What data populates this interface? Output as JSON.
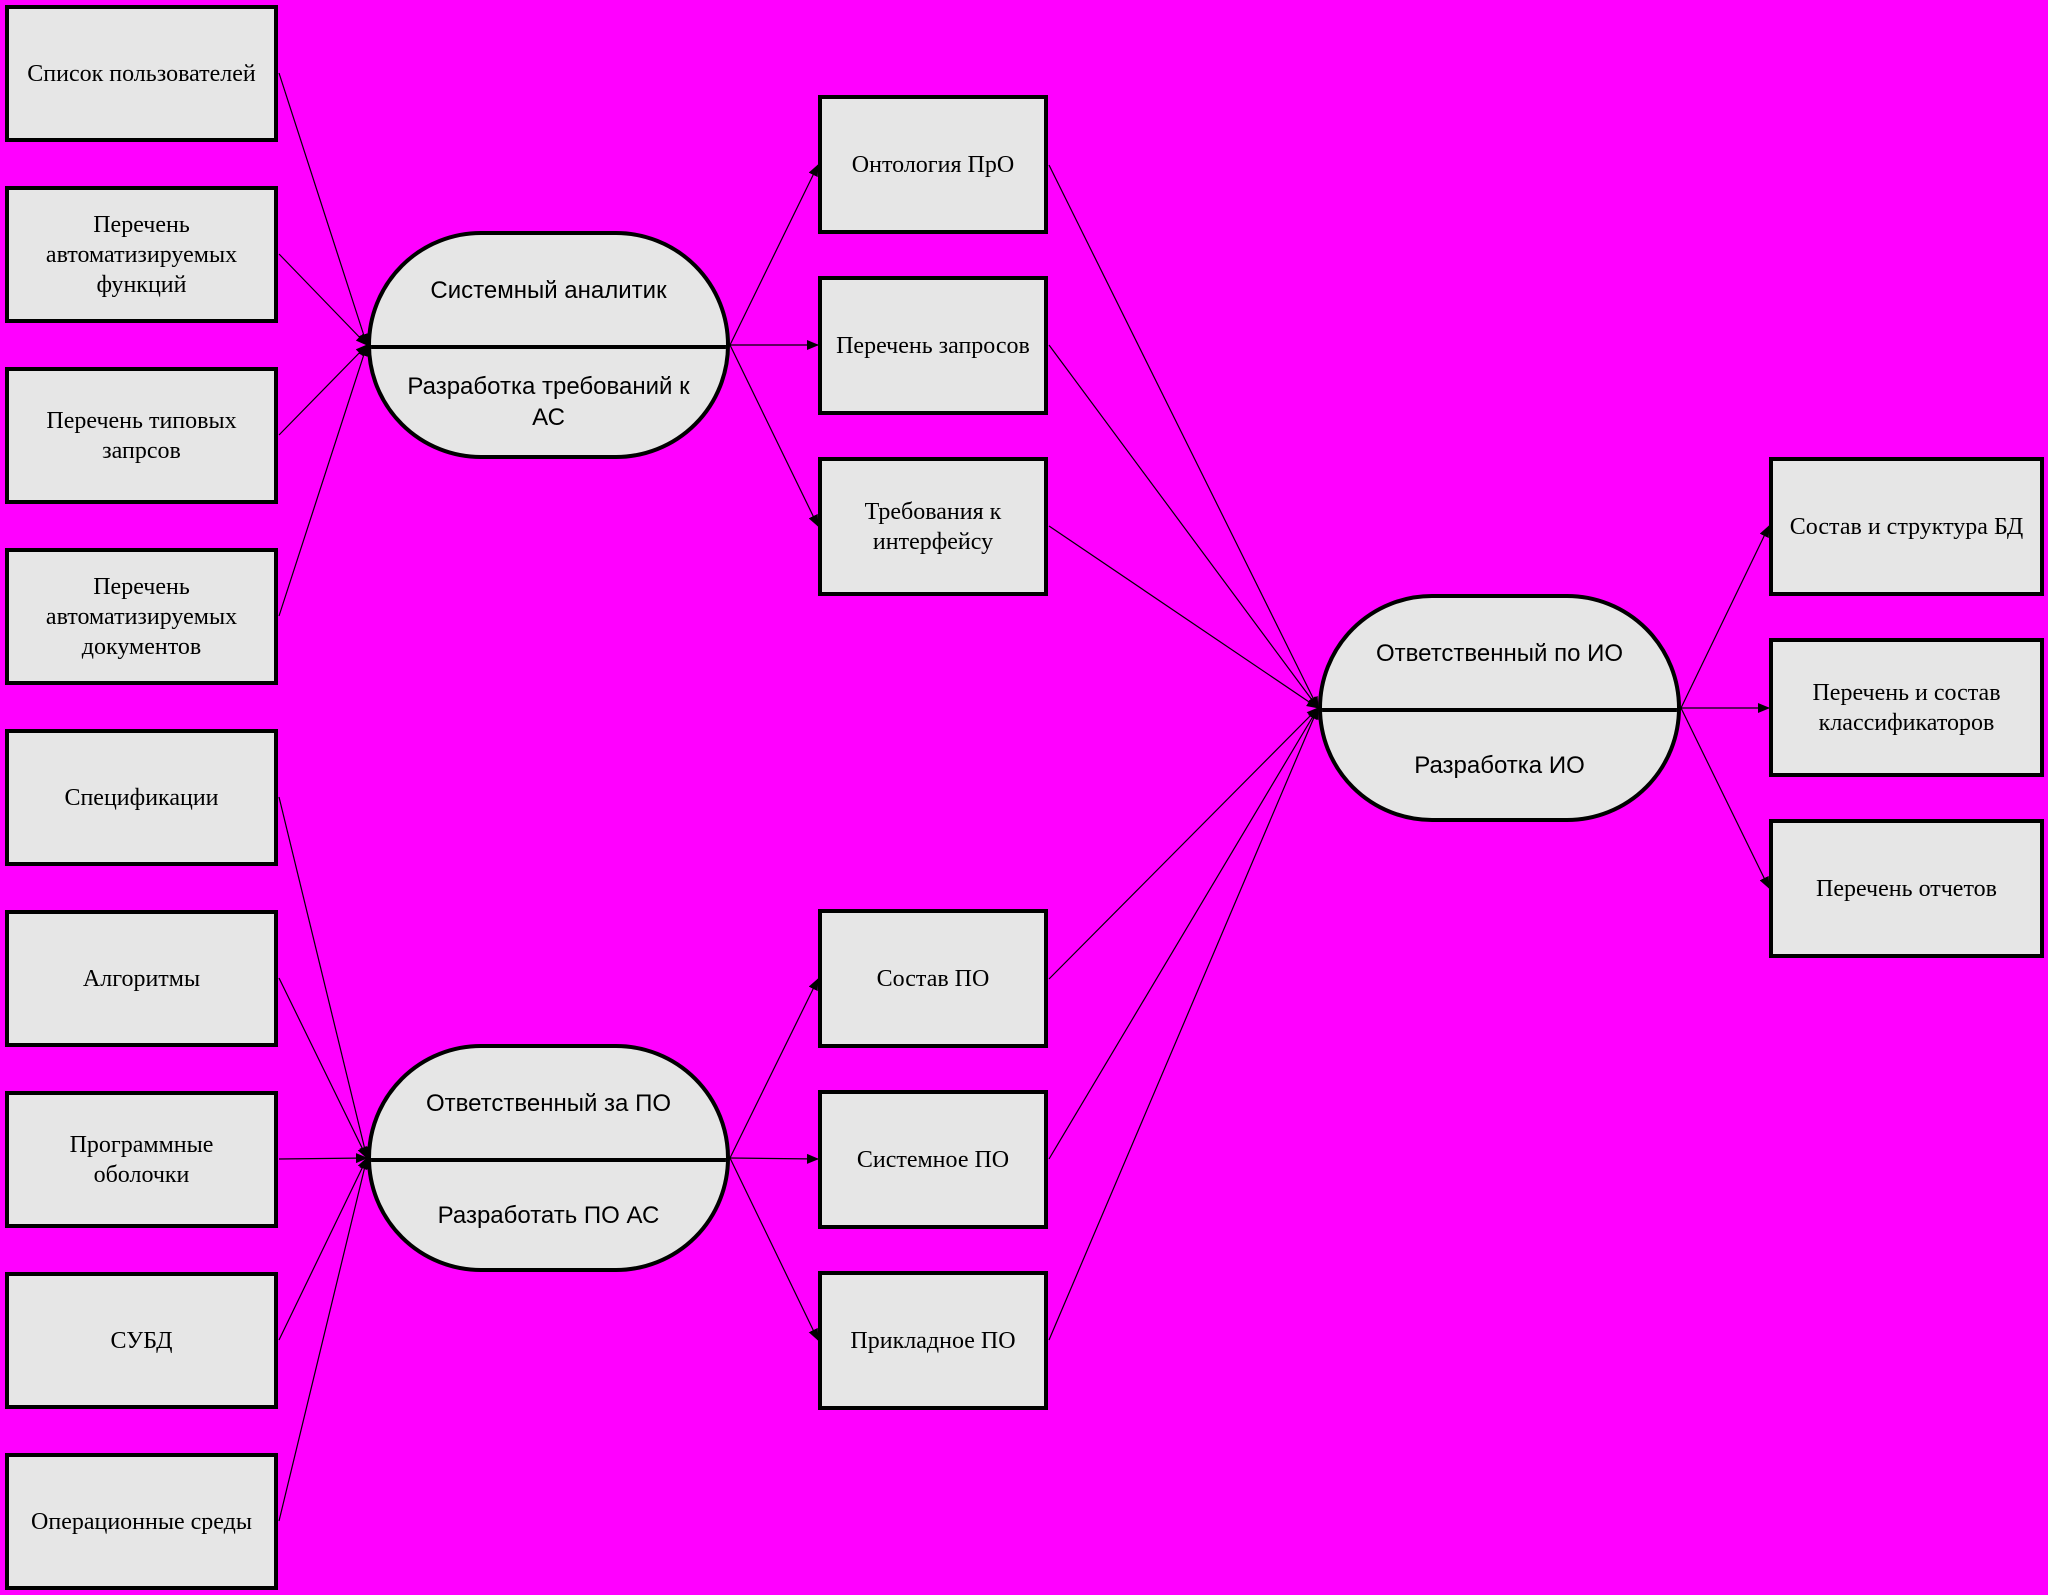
{
  "diagram": {
    "inputs_analyst": [
      "Список пользователей",
      "Перечень автоматизируемых функций",
      "Перечень типовых запрсов",
      "Перечень автоматизируемых документов"
    ],
    "inputs_software": [
      "Спецификации",
      "Алгоритмы",
      "Программные оболочки",
      "СУБД",
      "Операционные среды"
    ],
    "roles": {
      "analyst": {
        "role": "Системный аналитик",
        "task": "Разработка требований к АС"
      },
      "software": {
        "role": "Ответственный за ПО",
        "task": "Разработать ПО АС"
      },
      "info": {
        "role": "Ответственный по ИО",
        "task": "Разработка ИО"
      }
    },
    "outputs_analyst": [
      "Онтология ПрО",
      "Перечень запросов",
      "Требования к интерфейсу"
    ],
    "outputs_software": [
      "Состав ПО",
      "Системное ПО",
      "Прикладное ПО"
    ],
    "outputs_info": [
      "Состав и структура БД",
      "Перечень и состав классификаторов",
      "Перечень отчетов"
    ]
  },
  "colors": {
    "background": "#ff00ff",
    "box_fill": "#e6e6e6",
    "stroke": "#000000"
  }
}
